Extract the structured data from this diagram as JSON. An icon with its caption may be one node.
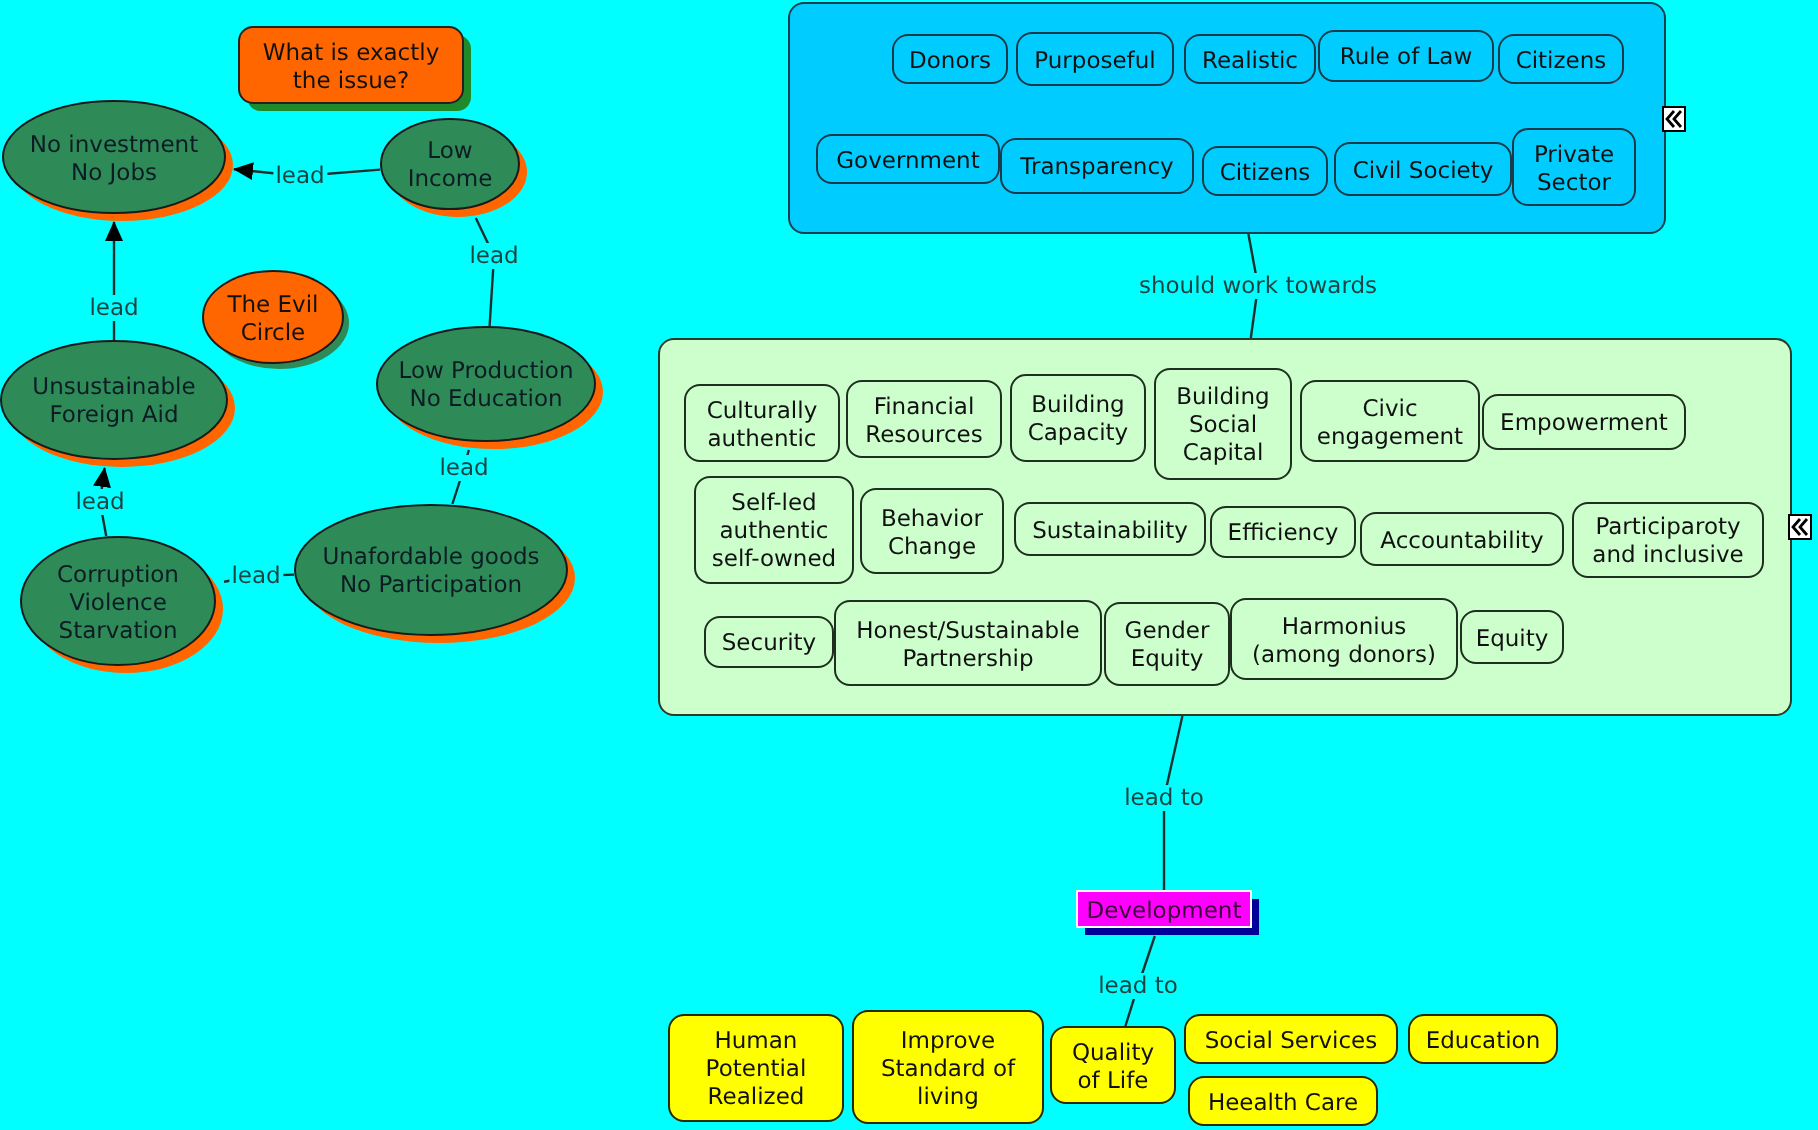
{
  "diagram": {
    "nodes": [
      {
        "text": [
          "What is exactly the issue?"
        ]
      },
      {
        "text": [
          "No investment No Jobs"
        ]
      },
      {
        "text": [
          "Low Income"
        ]
      },
      {
        "text": [
          "The Evil Circle"
        ]
      },
      {
        "text": [
          "Unsustainable Foreign Aid"
        ]
      },
      {
        "text": [
          "Low Production No Education"
        ]
      },
      {
        "text": [
          "Corruption Violence Starvation"
        ]
      },
      {
        "text": [
          "Unafordable goods No Participation"
        ]
      },
      {
        "text": [],
        "shape": "box"
      },
      {
        "text": [
          "Donors"
        ],
        "in": 8
      },
      {
        "text": [
          "Purposeful"
        ],
        "in": 8
      },
      {
        "text": [
          "Realistic"
        ],
        "in": 8
      },
      {
        "text": [
          "Rule of Law"
        ],
        "in": 8
      },
      {
        "text": [
          "Citizens"
        ],
        "in": 8
      },
      {
        "text": [
          "Government"
        ],
        "in": 8
      },
      {
        "text": [
          "Transparency"
        ],
        "in": 8
      },
      {
        "text": [
          "Citizens"
        ],
        "in": 8
      },
      {
        "text": [
          "Civil Society"
        ],
        "in": 8
      },
      {
        "text": [
          "Private Sector"
        ],
        "in": 8
      },
      {
        "text": [],
        "shape": "box"
      },
      {
        "text": [
          "Culturally authentic"
        ],
        "in": 19
      },
      {
        "text": [
          "Financial Resources"
        ],
        "in": 19
      },
      {
        "text": [
          "Building Capacity"
        ],
        "in": 19
      },
      {
        "text": [
          "Building Social Capital"
        ],
        "in": 19
      },
      {
        "text": [
          "Civic engagement"
        ],
        "in": 19
      },
      {
        "text": [
          "Empowerment"
        ],
        "in": 19
      },
      {
        "text": [
          "Self-led authentic self-owned"
        ],
        "in": 19
      },
      {
        "text": [
          "Behavior Change"
        ],
        "in": 19
      },
      {
        "text": [
          "Sustainability"
        ],
        "in": 19
      },
      {
        "text": [
          "Efficiency"
        ],
        "in": 19
      },
      {
        "text": [
          "Accountability"
        ],
        "in": 19
      },
      {
        "text": [
          "Participaroty and inclusive"
        ],
        "in": 19
      },
      {
        "text": [
          "Security"
        ],
        "in": 19
      },
      {
        "text": [
          "Honest/Sustainable Partnership"
        ],
        "in": 19
      },
      {
        "text": [
          "Gender Equity"
        ],
        "in": 19
      },
      {
        "text": [
          "Harmonius (among donors)"
        ],
        "in": 19
      },
      {
        "text": [
          "Equity"
        ],
        "in": 19
      },
      {
        "text": [
          "Development"
        ]
      },
      {
        "text": [
          "Human Potential Realized"
        ]
      },
      {
        "text": [
          "Improve Standard of living"
        ]
      },
      {
        "text": [
          "Quality of Life"
        ]
      },
      {
        "text": [
          "Social Services"
        ]
      },
      {
        "text": [
          "Education"
        ]
      },
      {
        "text": [
          "Heealth Care"
        ]
      }
    ],
    "edges": [
      {
        "from": 2,
        "to": 1,
        "arrow": "to",
        "label": "lead"
      },
      {
        "from": 2,
        "to": 5,
        "arrow": "none",
        "label": "lead"
      },
      {
        "from": 5,
        "to": 7,
        "arrow": "none",
        "label": "lead"
      },
      {
        "from": 7,
        "to": 6,
        "arrow": "none",
        "label": "lead"
      },
      {
        "from": 6,
        "to": 4,
        "arrow": "to",
        "label": "lead"
      },
      {
        "from": 4,
        "to": 1,
        "arrow": "to",
        "label": "lead"
      },
      {
        "from": 8,
        "to": 19,
        "arrow": "none",
        "label": "should work towards"
      },
      {
        "from": 19,
        "to": 37,
        "arrow": "none",
        "label": "lead to"
      },
      {
        "from": 37,
        "to": 40,
        "arrow": "none",
        "label": "lead to"
      }
    ]
  }
}
